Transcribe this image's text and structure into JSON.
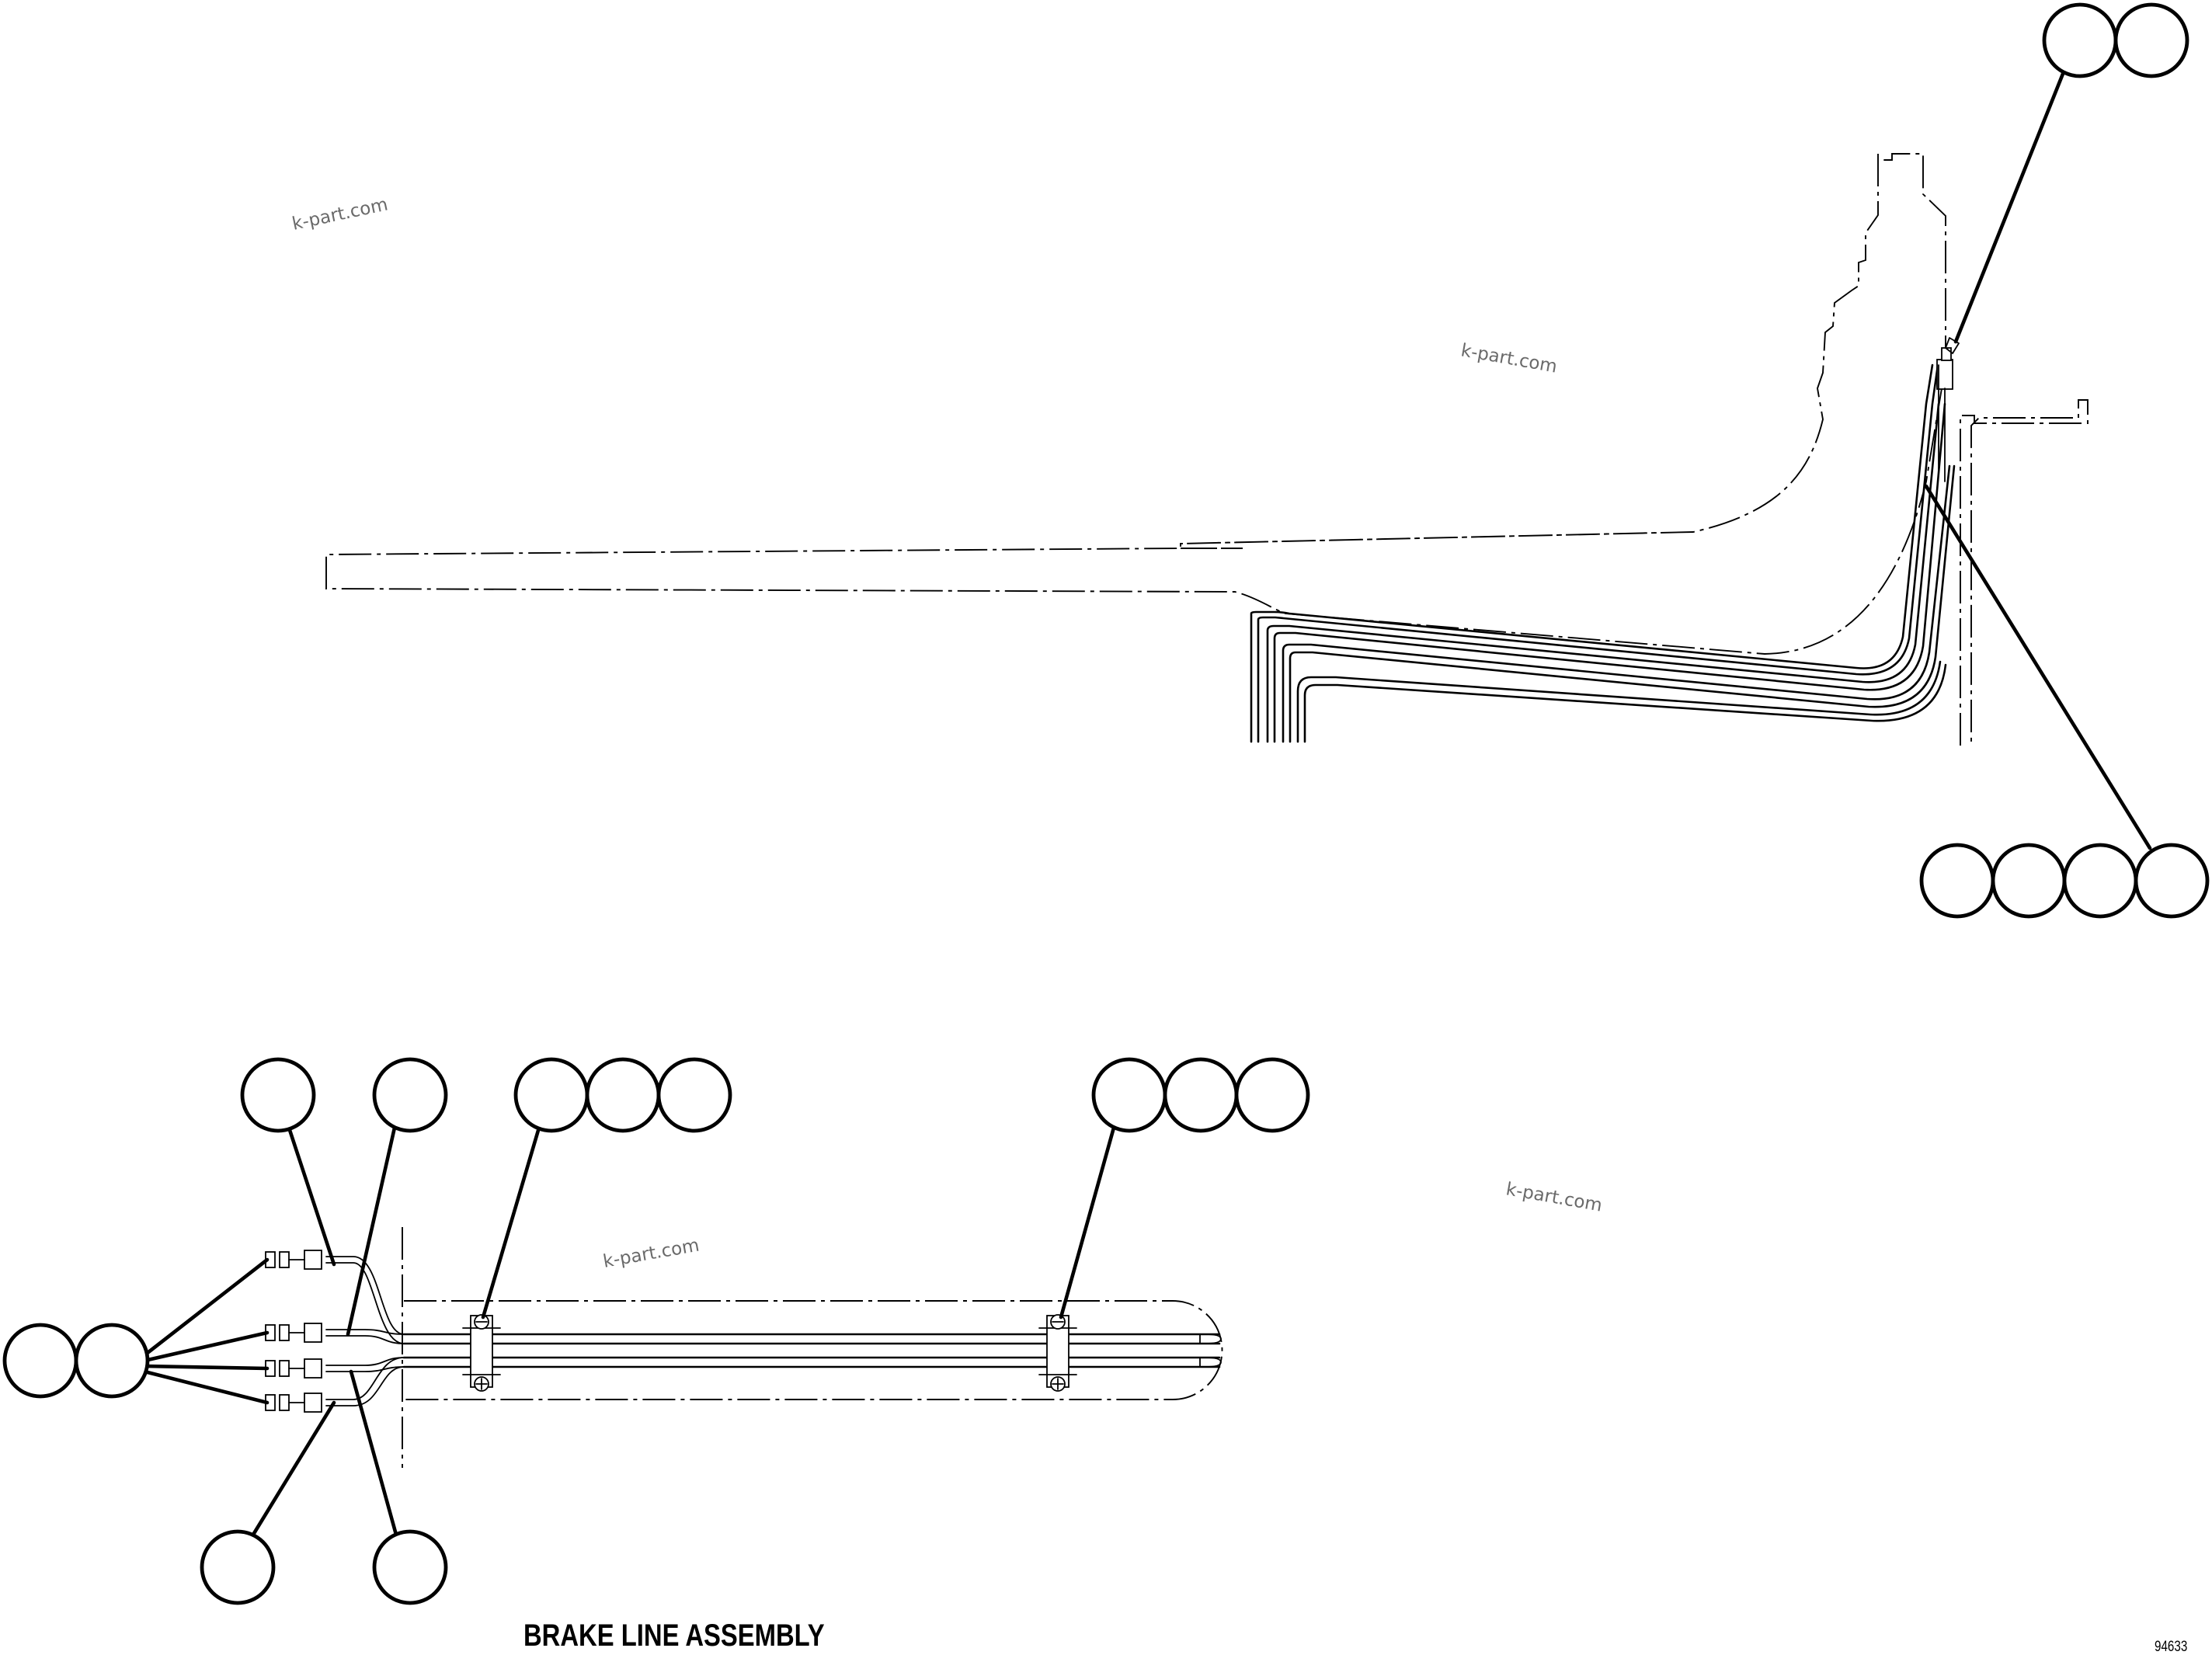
{
  "diagram": {
    "title": "BRAKE LINE ASSEMBLY",
    "figure_number": "94633",
    "watermark": "k-part.com",
    "upper_view": {
      "callout_groups": [
        {
          "name": "fitting-callouts",
          "count": 2,
          "labels": [
            "",
            ""
          ]
        },
        {
          "name": "brake-line-callouts",
          "count": 4,
          "labels": [
            "",
            "",
            "",
            ""
          ]
        }
      ]
    },
    "lower_view": {
      "callout_groups": [
        {
          "name": "left-fitting-callouts",
          "count": 2,
          "labels": [
            "",
            ""
          ]
        },
        {
          "name": "upper-fitting-callout-a",
          "count": 1,
          "labels": [
            ""
          ]
        },
        {
          "name": "upper-fitting-callout-b",
          "count": 1,
          "labels": [
            ""
          ]
        },
        {
          "name": "front-clamp-callouts",
          "count": 3,
          "labels": [
            "",
            "",
            ""
          ]
        },
        {
          "name": "rear-clamp-callouts",
          "count": 3,
          "labels": [
            "",
            "",
            ""
          ]
        },
        {
          "name": "lower-fitting-callout-a",
          "count": 1,
          "labels": [
            ""
          ]
        },
        {
          "name": "lower-fitting-callout-b",
          "count": 1,
          "labels": [
            ""
          ]
        }
      ]
    }
  }
}
